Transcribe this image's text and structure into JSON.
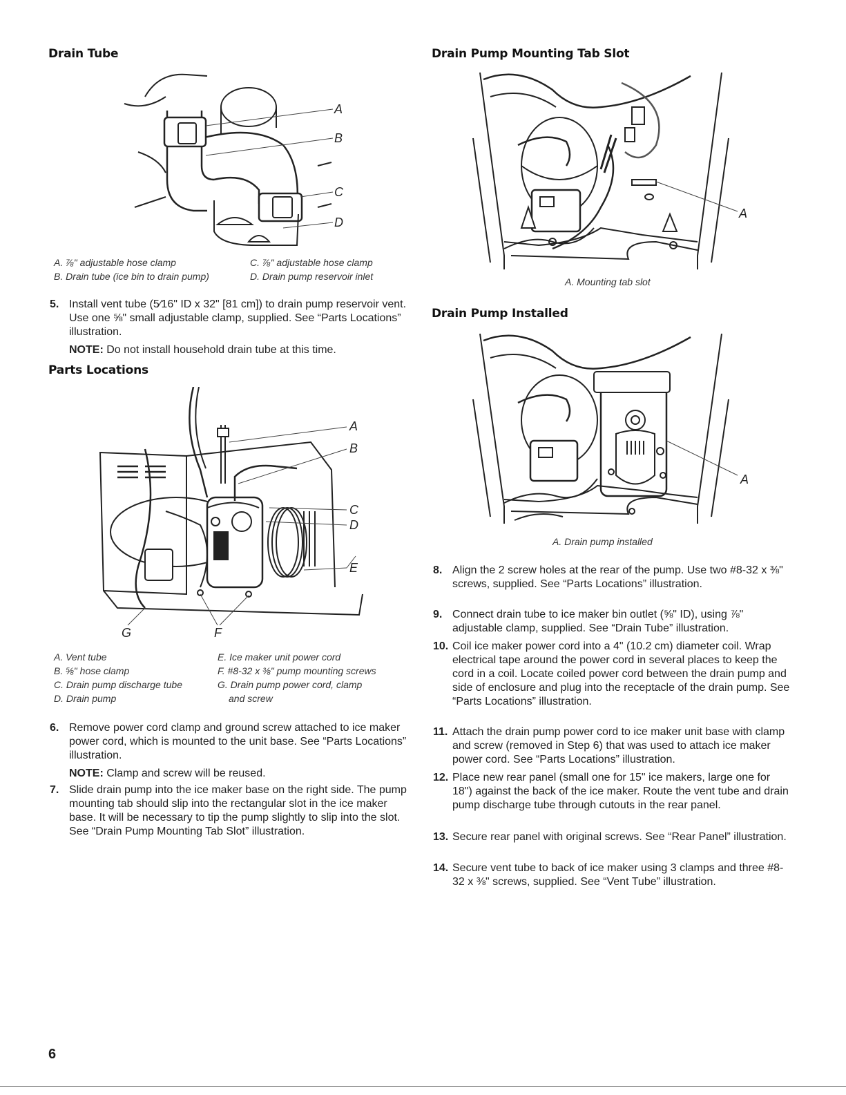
{
  "headings": {
    "drain_tube": "Drain Tube",
    "mounting_tab": "Drain Pump Mounting Tab Slot",
    "pump_installed": "Drain Pump Installed",
    "parts_locations": "Parts Locations"
  },
  "drain_tube_figure": {
    "labels": [
      "A",
      "B",
      "C",
      "D"
    ],
    "captions": [
      "A. ⅞\" adjustable hose clamp",
      "B. Drain tube (ice bin to drain pump)",
      "C. ⅞\" adjustable hose clamp",
      "D. Drain pump reservoir inlet"
    ]
  },
  "mounting_tab_figure": {
    "labels": [
      "A"
    ],
    "caption": "A. Mounting tab slot"
  },
  "pump_installed_figure": {
    "labels": [
      "A"
    ],
    "caption": "A. Drain pump installed"
  },
  "parts_figure": {
    "labels": [
      "A",
      "B",
      "C",
      "D",
      "E",
      "G",
      "F"
    ],
    "captions": [
      "A. Vent tube",
      "B. ⅝\" hose clamp",
      "C. Drain pump discharge tube",
      "D. Drain pump",
      "E. Ice maker unit power cord",
      "F. #8-32 x ⅜\" pump mounting screws",
      "G. Drain pump power cord, clamp",
      "and screw"
    ]
  },
  "steps": {
    "s5": {
      "num": "5.",
      "text": "Install vent tube (5⁄16\" ID x 32\" [81 cm]) to drain pump reservoir vent. Use one ⅝\" small adjustable clamp, supplied. See “Parts Locations” illustration.",
      "note_label": "NOTE:",
      "note_text": " Do not install household drain tube at this time."
    },
    "s6": {
      "num": "6.",
      "text": "Remove power cord clamp and ground screw attached to ice maker power cord, which is mounted to the unit base. See “Parts Locations” illustration.",
      "note_label": "NOTE:",
      "note_text": " Clamp and screw will be reused."
    },
    "s7": {
      "num": "7.",
      "text": "Slide drain pump into the ice maker base on the right side. The pump mounting tab should slip into the rectangular slot in the ice maker base. It will be necessary to tip the pump slightly to slip into the slot. See “Drain Pump Mounting Tab Slot” illustration."
    },
    "s8": {
      "num": "8.",
      "text": "Align the 2 screw holes at the rear of the pump. Use two #8-32 x ⅜\" screws, supplied. See “Parts Locations” illustration."
    },
    "s9": {
      "num": "9.",
      "text": "Connect drain tube to ice maker bin outlet (⅝\" ID), using ⅞\" adjustable clamp, supplied. See “Drain Tube” illustration."
    },
    "s10": {
      "num": "10.",
      "text": "Coil ice maker power cord into a 4\" (10.2 cm) diameter coil. Wrap electrical tape around the power cord in several places to keep the cord in a coil. Locate coiled power cord between the drain pump and side of enclosure and plug into the receptacle of the drain pump. See “Parts Locations” illustration."
    },
    "s11": {
      "num": "11.",
      "text": "Attach the drain pump power cord to ice maker unit base with clamp and screw (removed in Step 6) that was used to attach ice maker power cord. See “Parts Locations” illustration."
    },
    "s12": {
      "num": "12.",
      "text": "Place new rear panel (small one for 15\" ice makers, large one for 18\") against the back of the ice maker. Route the vent tube and drain pump discharge tube through cutouts in the rear panel."
    },
    "s13": {
      "num": "13.",
      "text": "Secure rear panel with original screws. See “Rear Panel” illustration."
    },
    "s14": {
      "num": "14.",
      "text": "Secure vent tube to back of ice maker using 3 clamps and three #8-32 x ⅜\" screws, supplied. See “Vent Tube” illustration."
    }
  },
  "page_number": "6"
}
